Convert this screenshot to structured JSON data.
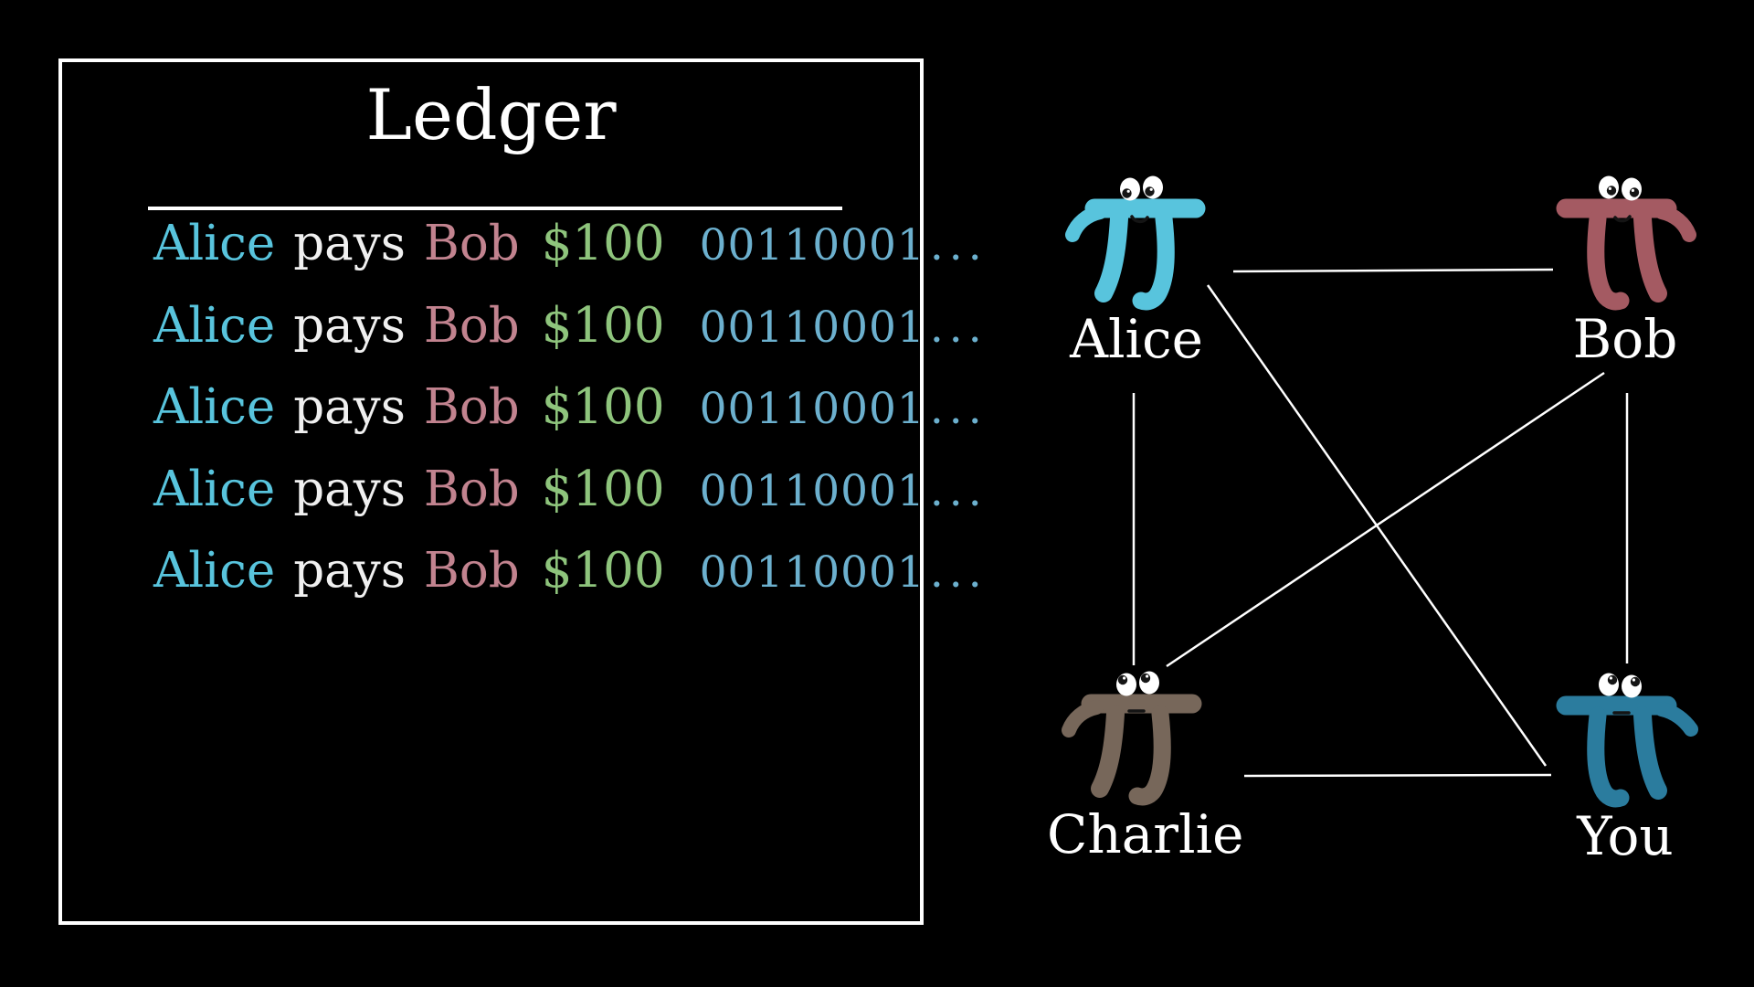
{
  "palette": {
    "background": "#000000",
    "panel-border": "#FFFFFF",
    "title-white": "#FFFFFF",
    "alice-blue": "#58C4DD",
    "pays-white": "#F0F0F0",
    "bob-pink": "#C2838F",
    "amount-green": "#8EC47C",
    "digits-blue": "#6CB0CE",
    "bob-maroon": "#A45A62",
    "charlie-brown": "#77675A",
    "you-teal": "#2B7C9E",
    "edge-white": "#FFFFFF",
    "label-white": "#FFFFFF"
  },
  "ledger": {
    "title": "Ledger",
    "entries": [
      {
        "payer": "Alice",
        "verb": "pays",
        "payee": "Bob",
        "amount": "$100",
        "signature_digits": "00110001",
        "signature_ellipsis": "..."
      },
      {
        "payer": "Alice",
        "verb": "pays",
        "payee": "Bob",
        "amount": "$100",
        "signature_digits": "00110001",
        "signature_ellipsis": "..."
      },
      {
        "payer": "Alice",
        "verb": "pays",
        "payee": "Bob",
        "amount": "$100",
        "signature_digits": "00110001",
        "signature_ellipsis": "..."
      },
      {
        "payer": "Alice",
        "verb": "pays",
        "payee": "Bob",
        "amount": "$100",
        "signature_digits": "00110001",
        "signature_ellipsis": "..."
      },
      {
        "payer": "Alice",
        "verb": "pays",
        "payee": "Bob",
        "amount": "$100",
        "signature_digits": "00110001",
        "signature_ellipsis": "..."
      }
    ]
  },
  "network": {
    "nodes": [
      {
        "id": "alice",
        "label": "Alice",
        "color": "#58C4DD"
      },
      {
        "id": "bob",
        "label": "Bob",
        "color": "#A45A62"
      },
      {
        "id": "charlie",
        "label": "Charlie",
        "color": "#77675A"
      },
      {
        "id": "you",
        "label": "You",
        "color": "#2B7C9E"
      }
    ],
    "edges": [
      {
        "from": "alice",
        "to": "bob"
      },
      {
        "from": "alice",
        "to": "charlie"
      },
      {
        "from": "alice",
        "to": "you"
      },
      {
        "from": "bob",
        "to": "charlie"
      },
      {
        "from": "bob",
        "to": "you"
      },
      {
        "from": "charlie",
        "to": "you"
      }
    ]
  }
}
